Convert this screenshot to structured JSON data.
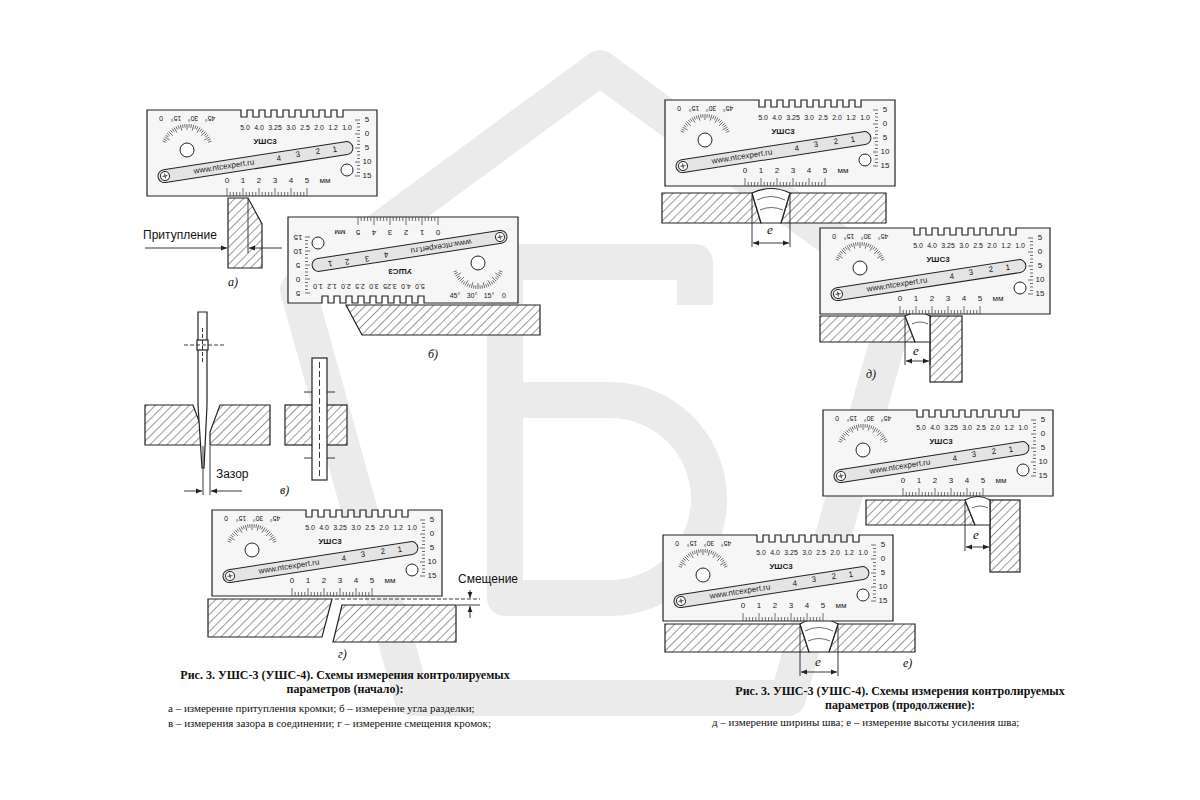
{
  "diagram": {
    "caption": "Рис. 3. УШС-3 (УШС-4). Схемы измерения контролируемых параметров (начало):",
    "nodes": [
      {
        "text": [
          "0",
          "15°",
          "30°",
          "45°",
          "5.0",
          "4.0",
          "3.25",
          "3.0",
          "2.5",
          "2.0",
          "1.2",
          "1.0",
          "УШС3",
          "www.ntcexpert.ru",
          "1",
          "2",
          "3",
          "4",
          "0",
          "1",
          "2",
          "3",
          "4",
          "5",
          "мм",
          "5",
          "0",
          "5",
          "10",
          "15"
        ]
      },
      {
        "text": [
          "0",
          "15°",
          "30°",
          "45°",
          "5.0",
          "4.0",
          "3.25",
          "3.0",
          "2.5",
          "2.0",
          "1.2",
          "1.0",
          "УШС3",
          "www.ntcexpert.ru",
          "1",
          "2",
          "3",
          "4",
          "0",
          "1",
          "2",
          "3",
          "4",
          "5",
          "мм",
          "5",
          "0",
          "5",
          "10",
          "15"
        ]
      },
      {
        "text": [
          "0",
          "15°",
          "30°",
          "45°",
          "5.0",
          "4.0",
          "3.25",
          "3.0",
          "2.5",
          "2.0",
          "1.2",
          "1.0",
          "УШС3",
          "www.ntcexpert.ru",
          "1",
          "2",
          "3",
          "4",
          "0",
          "1",
          "2",
          "3",
          "4",
          "5",
          "мм",
          "5",
          "0",
          "5",
          "10",
          "15"
        ]
      },
      {
        "text": [
          "0",
          "15°",
          "30°",
          "45°",
          "5.0",
          "4.0",
          "3.25",
          "3.0",
          "2.5",
          "2.0",
          "1.2",
          "1.0",
          "УШС3",
          "www.ntcexpert.ru",
          "1",
          "2",
          "3",
          "4",
          "0",
          "1",
          "2",
          "3",
          "4",
          "5",
          "мм",
          "5",
          "0",
          "5",
          "10",
          "15"
        ]
      },
      {
        "text": [
          "0",
          "15°",
          "30°",
          "45°",
          "5.0",
          "4.0",
          "3.25",
          "3.0",
          "2.5",
          "2.0",
          "1.2",
          "1.0",
          "УШС3",
          "www.ntcexpert.ru",
          "1",
          "2",
          "3",
          "4",
          "0",
          "1",
          "2",
          "3",
          "4",
          "5",
          "мм",
          "5",
          "0",
          "5",
          "10",
          "15"
        ]
      },
      {
        "text": [
          "0",
          "15°",
          "30°",
          "45°",
          "5.0",
          "4.0",
          "3.25",
          "3.0",
          "2.5",
          "2.0",
          "1.2",
          "1.0",
          "УШС3",
          "www.ntcexpert.ru",
          "1",
          "2",
          "3",
          "4",
          "0",
          "1",
          "2",
          "3",
          "4",
          "5",
          "мм",
          "5",
          "0",
          "5",
          "10",
          "15"
        ]
      },
      {
        "text": [
          "0",
          "15°",
          "30°",
          "45°",
          "5.0",
          "4.0",
          "3.25",
          "3.0",
          "2.5",
          "2.0",
          "1.2",
          "1.0",
          "УШС3",
          "www.ntcexpert.ru",
          "1",
          "2",
          "3",
          "4",
          "0",
          "1",
          "2",
          "3",
          "4",
          "5",
          "мм",
          "5",
          "0",
          "5",
          "10",
          "15"
        ]
      }
    ],
    "labels": [
      "Притупление",
      "а)",
      "б)",
      "Зазор",
      "в)",
      "Смещение",
      "г)",
      "е",
      "е",
      "д)",
      "е",
      "е",
      "е)",
      "а – измерение притупления кромки; б – измерение угла разделки;",
      "в – измерения зазора в соединении; г – измерение смещения кромок;",
      "Рис. 3. УШС-3 (УШС-4). Схемы измерения контролируемых параметров (продолжение):",
      "д – измерение ширины шва; е – измерение высоты усиления шва;"
    ]
  }
}
